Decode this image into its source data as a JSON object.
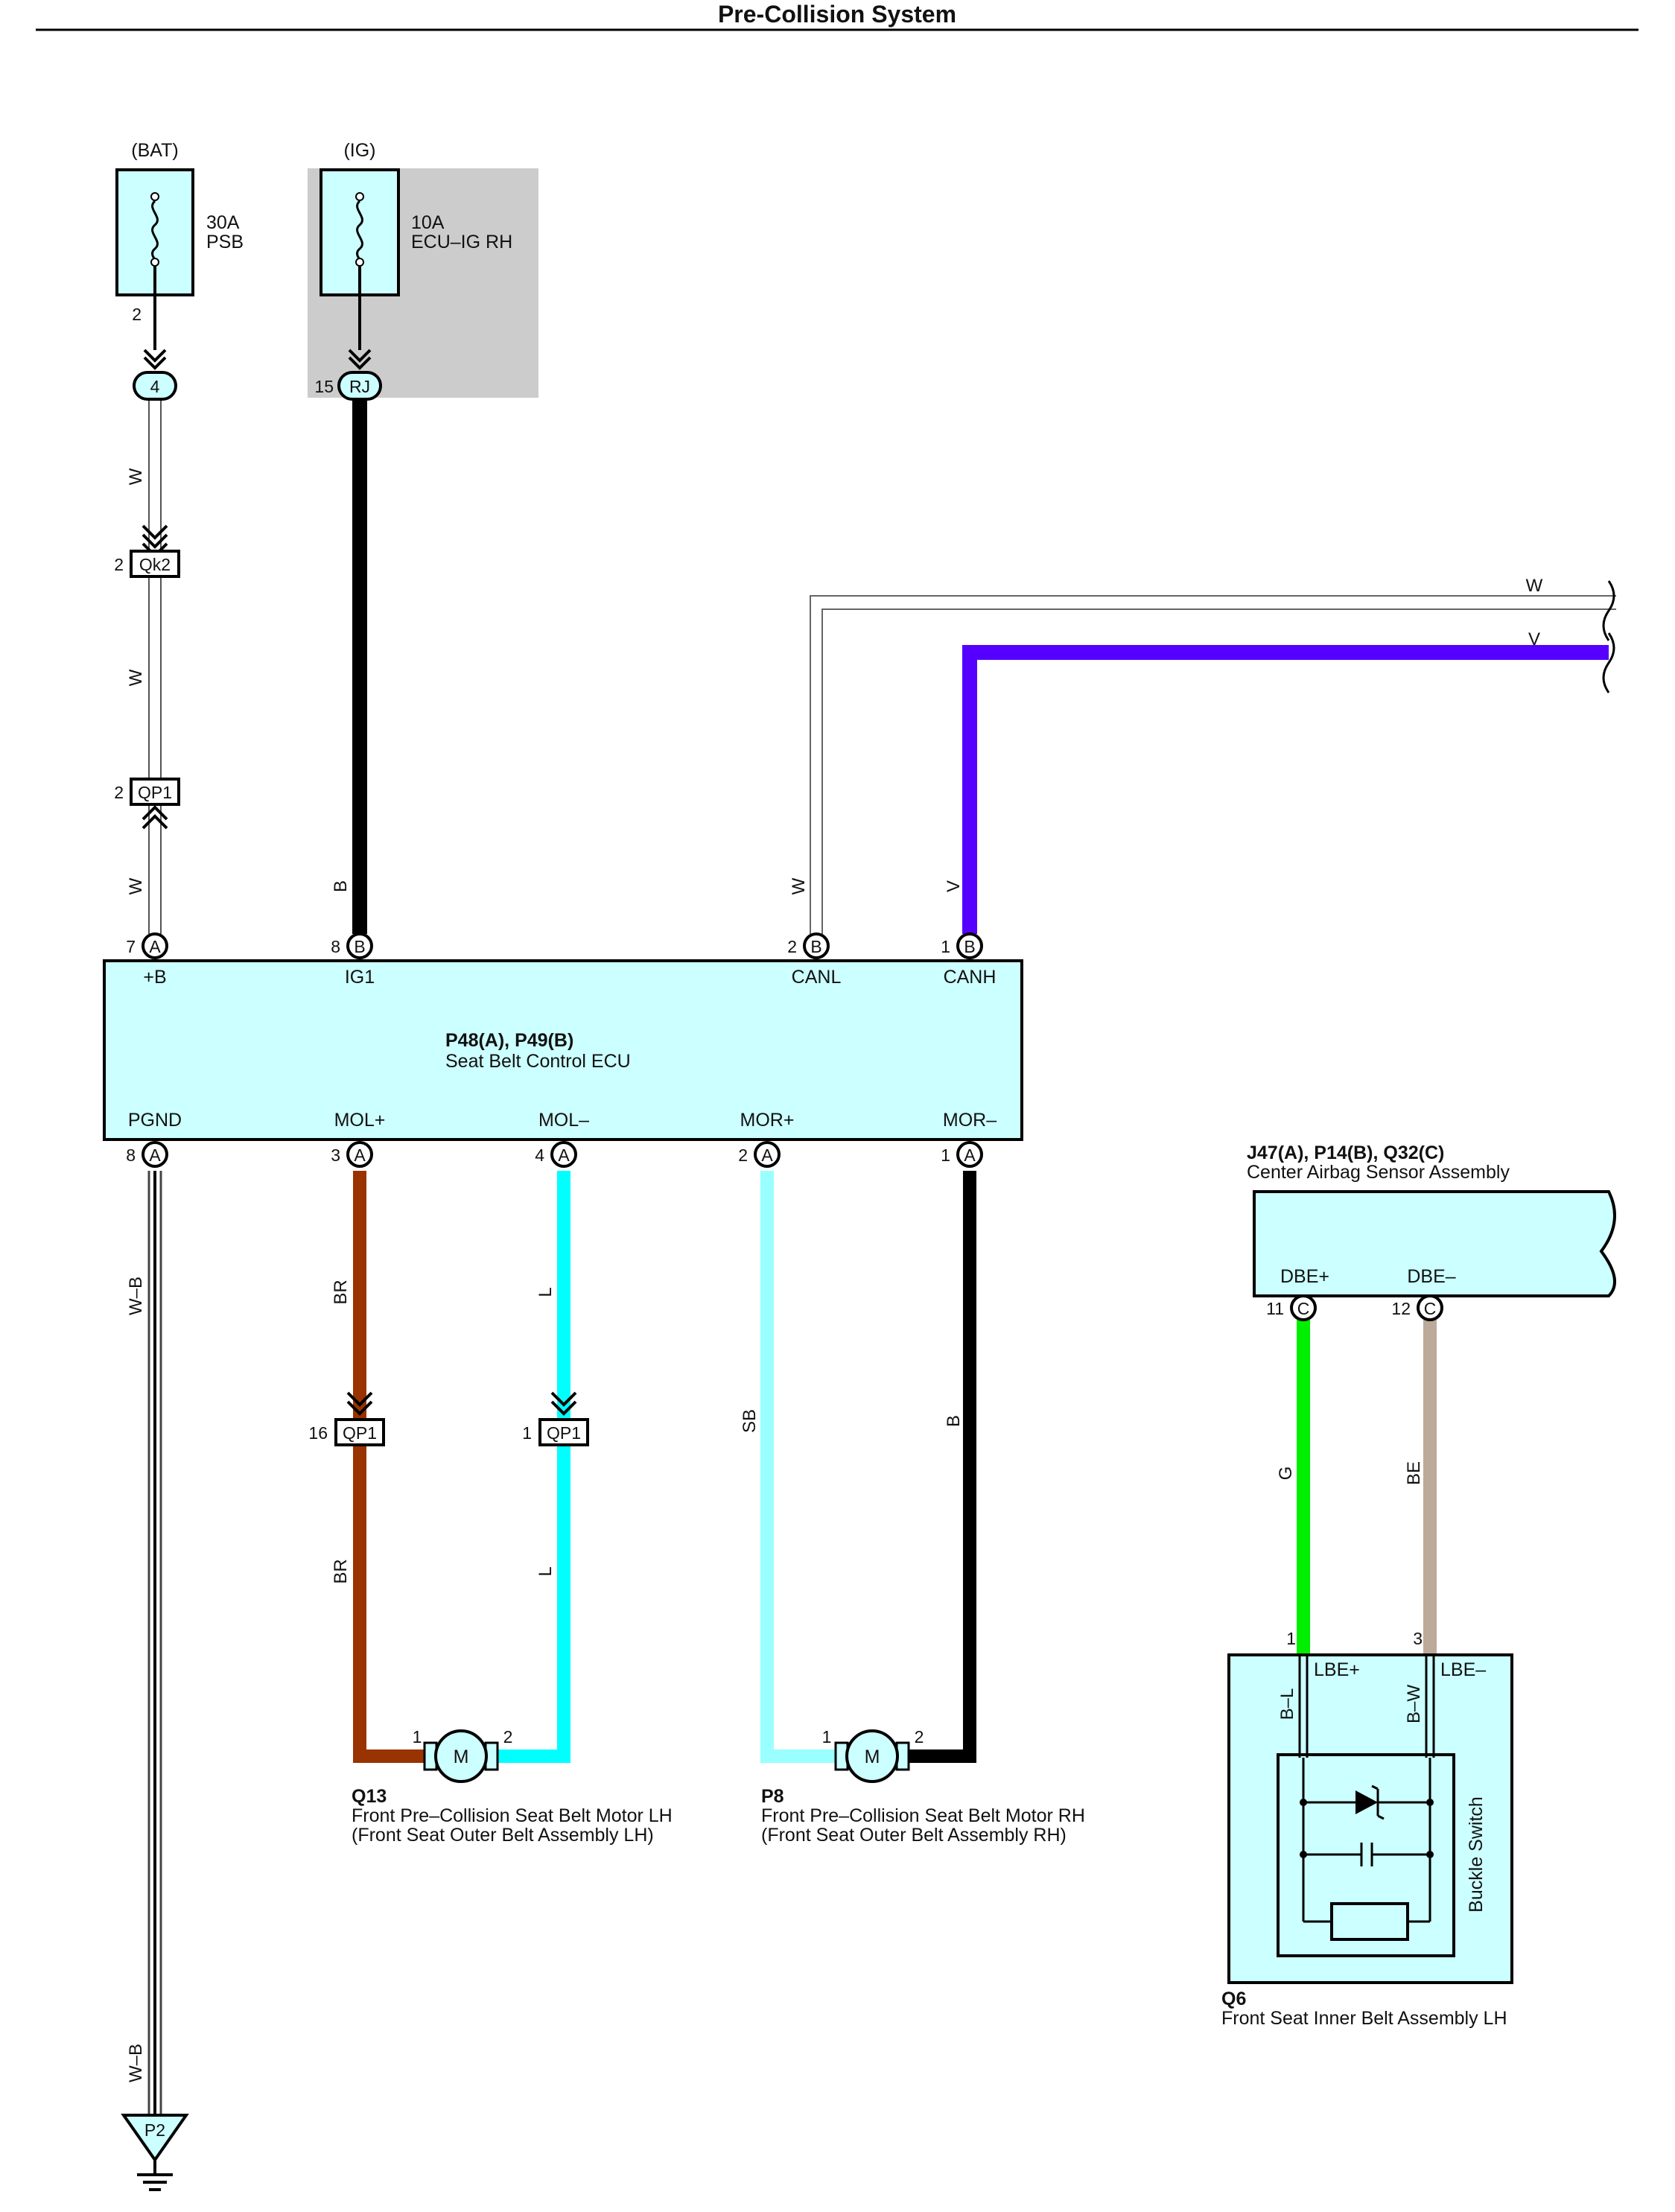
{
  "title": "Pre-Collision System",
  "power": {
    "bat": {
      "label": "(BAT)",
      "fuse_amp": "30A",
      "fuse_name": "PSB",
      "out_pin": "2"
    },
    "ig": {
      "label": "(IG)",
      "fuse_amp": "10A",
      "fuse_name": "ECU–IG RH",
      "jb_pin": "15",
      "jb_code": "RJ"
    }
  },
  "connectors": {
    "j4": "4",
    "qk2_pin": "2",
    "qk2": "Qk2",
    "qp1_top_pin": "2",
    "qp1_top": "QP1",
    "qp1_br_pin": "16",
    "qp1_br": "QP1",
    "qp1_l_pin": "1",
    "qp1_l": "QP1",
    "ground": "P2"
  },
  "ecu": {
    "name": "P48(A), P49(B)",
    "desc": "Seat Belt Control ECU",
    "top_terminals": [
      {
        "pin": "7",
        "conn": "A",
        "name": "+B"
      },
      {
        "pin": "8",
        "conn": "B",
        "name": "IG1"
      },
      {
        "pin": "2",
        "conn": "B",
        "name": "CANL"
      },
      {
        "pin": "1",
        "conn": "B",
        "name": "CANH"
      }
    ],
    "bottom_terminals": [
      {
        "pin": "8",
        "conn": "A",
        "name": "PGND"
      },
      {
        "pin": "3",
        "conn": "A",
        "name": "MOL+"
      },
      {
        "pin": "4",
        "conn": "A",
        "name": "MOL–"
      },
      {
        "pin": "2",
        "conn": "A",
        "name": "MOR+"
      },
      {
        "pin": "1",
        "conn": "A",
        "name": "MOR–"
      }
    ]
  },
  "wires": {
    "w1": "W",
    "w2": "W",
    "w3": "W",
    "b_ig": "B",
    "canl": "W",
    "canh": "V",
    "canl_right": "W",
    "canh_right": "V",
    "wb_top": "W–B",
    "wb_bottom": "W–B",
    "br_top": "BR",
    "br_bottom": "BR",
    "l_top": "L",
    "l_bottom": "L",
    "sb": "SB",
    "b_mor": "B",
    "g": "G",
    "be": "BE",
    "bl": "B–L",
    "bw": "B–W"
  },
  "colors": {
    "fill": "#ccffff",
    "brown": "#993300",
    "cyan": "#00ffff",
    "sky": "#99ffff",
    "violet": "#5500ff",
    "green": "#00ee00",
    "beige": "#bbaa99",
    "shade": "#cccccc"
  },
  "motor_lh": {
    "code": "Q13",
    "line1": "Front Pre–Collision Seat Belt Motor LH",
    "line2": "(Front Seat Outer Belt Assembly LH)",
    "pin_left": "1",
    "pin_right": "2",
    "symbol": "M"
  },
  "motor_rh": {
    "code": "P8",
    "line1": "Front Pre–Collision Seat Belt Motor RH",
    "line2": "(Front Seat Outer Belt Assembly RH)",
    "pin_left": "1",
    "pin_right": "2",
    "symbol": "M"
  },
  "airbag": {
    "name": "J47(A), P14(B), Q32(C)",
    "desc": "Center Airbag Sensor Assembly",
    "t1_name": "DBE+",
    "t1_pin": "11",
    "t1_conn": "C",
    "t2_name": "DBE–",
    "t2_pin": "12",
    "t2_conn": "C"
  },
  "buckle": {
    "code": "Q6",
    "desc": "Front Seat Inner Belt Assembly LH",
    "pin1": "1",
    "pin3": "3",
    "t1": "LBE+",
    "t2": "LBE–",
    "switch_label": "Buckle Switch"
  }
}
